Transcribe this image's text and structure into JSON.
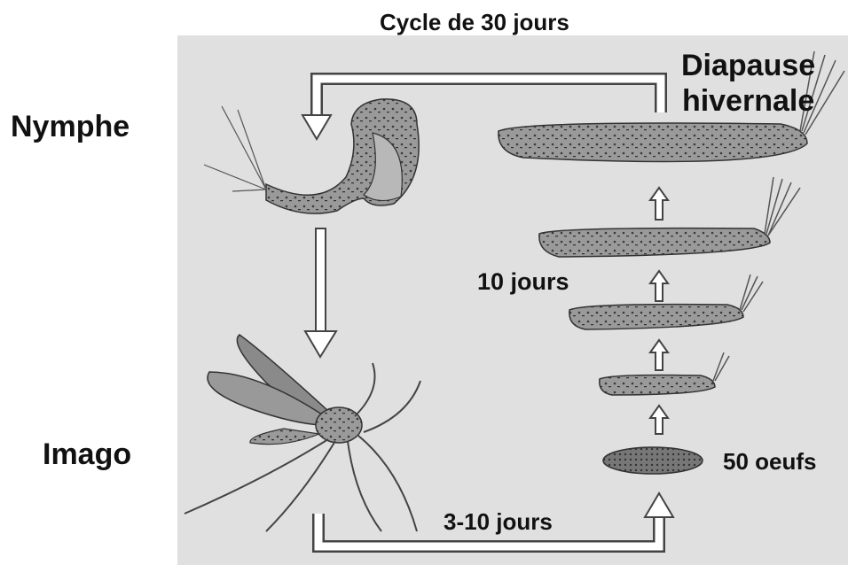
{
  "diagram": {
    "title": "Cycle de 30 jours",
    "stages": {
      "nymphe": "Nymphe",
      "imago": "Imago",
      "diapause_line1": "Diapause",
      "diapause_line2": "hivernale"
    },
    "durations": {
      "larval": "10 jours",
      "adult_to_eggs": "3-10 jours"
    },
    "eggs_label": "50 oeufs"
  }
}
